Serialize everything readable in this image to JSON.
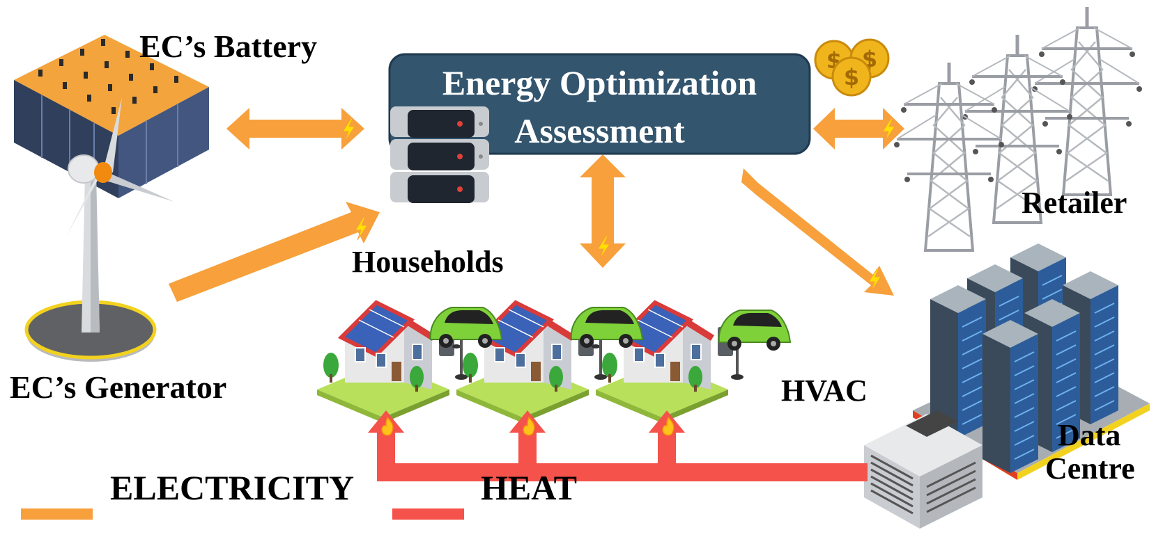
{
  "labels": {
    "battery": "EC’s Battery",
    "generator": "EC’s Generator",
    "households": "Households",
    "retailer": "Retailer",
    "hvac": "HVAC",
    "datacentre_line1": "Data",
    "datacentre_line2": "Centre"
  },
  "optimizer": {
    "line1": "Energy Optimization",
    "line2": "Assessment"
  },
  "legend": {
    "electricity": "ELECTRICITY",
    "heat": "HEAT"
  },
  "colors": {
    "electricity": "#f7a03c",
    "heat": "#f4524a",
    "optimizer_box": "#33556e",
    "bolt": "#ffe000"
  },
  "icons": [
    "battery-bank-icon",
    "wind-turbine-icon",
    "server-rack-icon",
    "coins-icon",
    "transmission-tower-icon",
    "house-solar-icon",
    "electric-car-icon",
    "charger-icon",
    "data-centre-icon",
    "hvac-unit-icon",
    "lightning-bolt-icon",
    "flame-icon"
  ]
}
